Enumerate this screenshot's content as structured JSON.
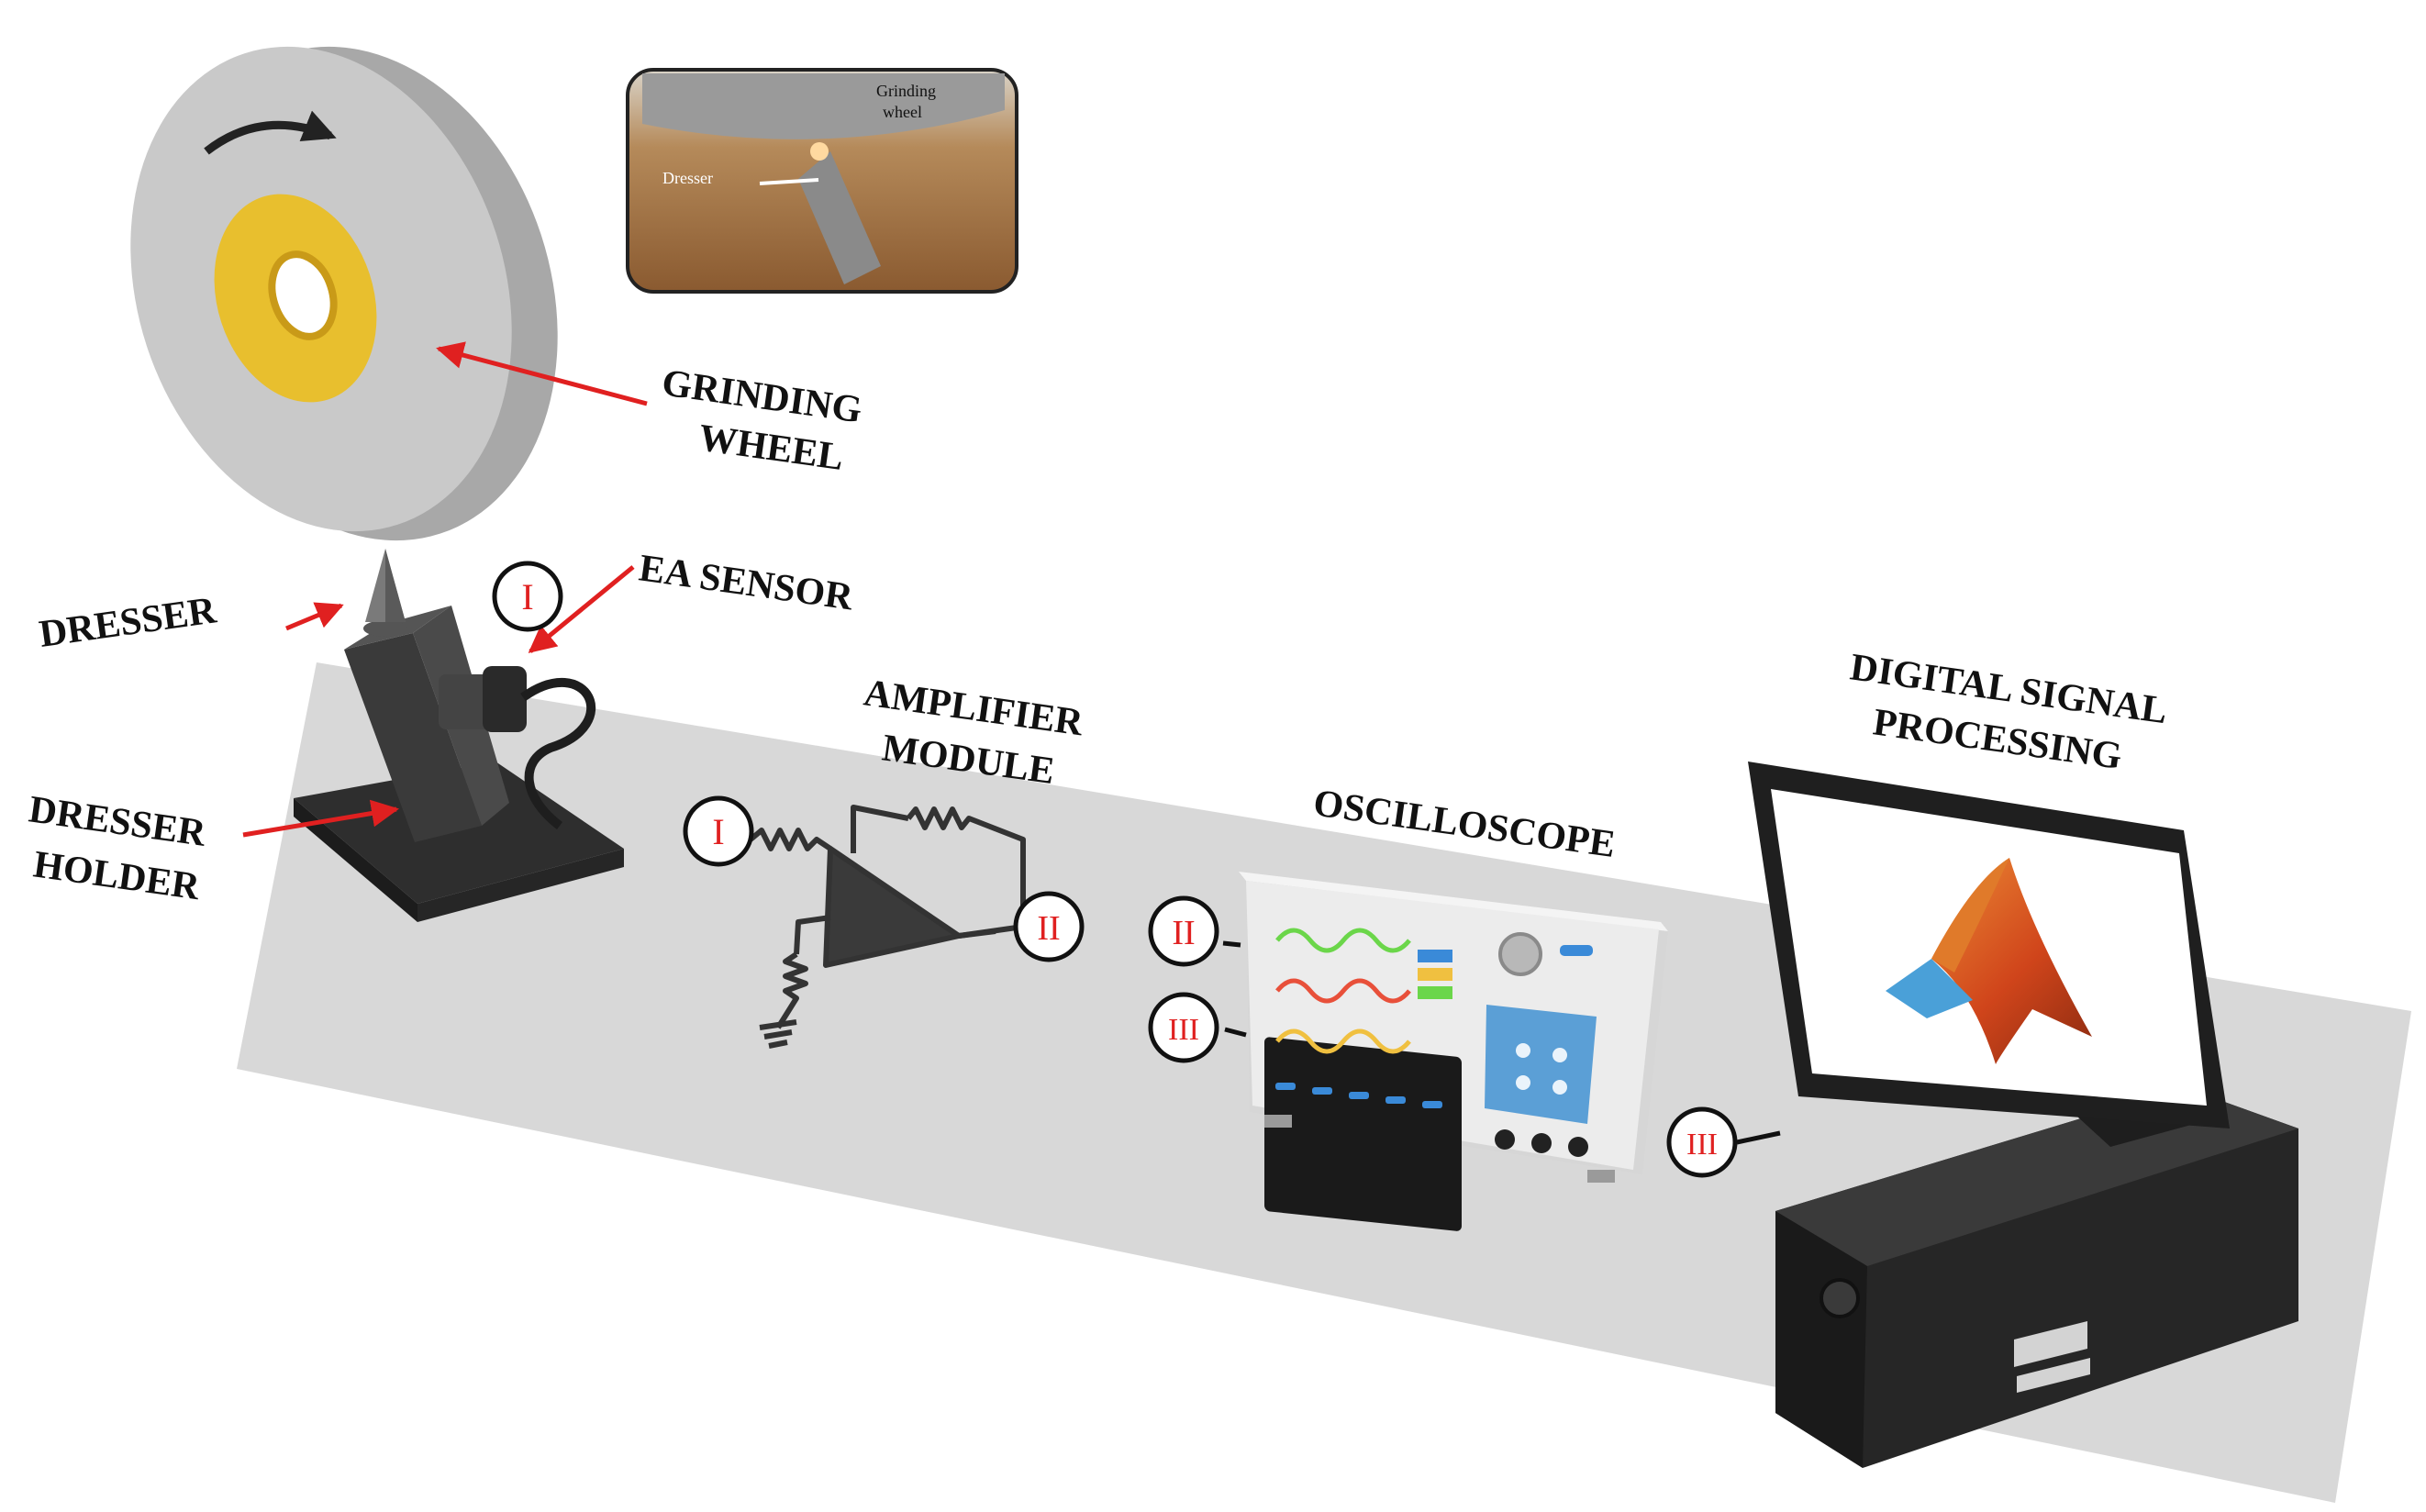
{
  "labels": {
    "grinding_wheel_line1": "GRINDING",
    "grinding_wheel_line2": "WHEEL",
    "ea_sensor": "EA SENSOR",
    "dresser": "DRESSER",
    "dresser_holder_line1": "DRESSER",
    "dresser_holder_line2": "HOLDER",
    "amplifier_line1": "AMPLIFIER",
    "amplifier_line2": "MODULE",
    "oscilloscope": "OSCILLOSCOPE",
    "dsp_line1": "DIGITAL SIGNAL",
    "dsp_line2": "PROCESSING"
  },
  "inset": {
    "grinding_wheel_line1": "Grinding",
    "grinding_wheel_line2": "wheel",
    "dresser": "Dresser"
  },
  "connectors": {
    "sensor_out": "I",
    "amp_in": "I",
    "amp_out": "II",
    "scope_in_a": "II",
    "scope_in_b": "III",
    "pc_in": "III"
  },
  "colors": {
    "arrow": "#e02020",
    "table": "#d8d8d8",
    "wheel_face": "#c9c9c9",
    "hub": "#e8bf2e",
    "device_dark": "#3a3a3a",
    "scope_body": "#ececec",
    "trace_green": "#6bd64a",
    "trace_red": "#e8503a",
    "trace_yellow": "#f0c040"
  },
  "icons": {
    "rotation": "curved-arrow-icon",
    "software": "matlab-logo-icon"
  }
}
